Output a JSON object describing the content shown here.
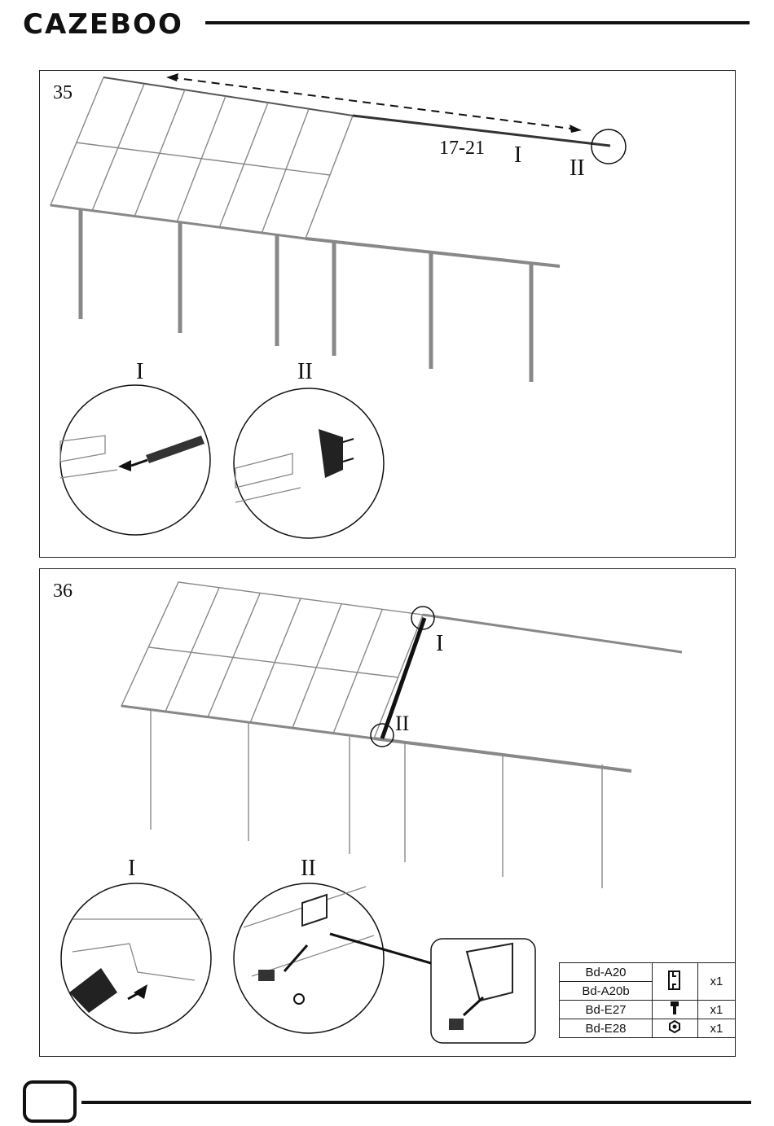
{
  "header": {
    "brand": "CAZEBOO"
  },
  "steps": [
    {
      "number": "35",
      "part_range": "17-21",
      "detail_labels": [
        "I",
        "II"
      ]
    },
    {
      "number": "36",
      "detail_labels": [
        "I",
        "II"
      ]
    }
  ],
  "parts_table": {
    "rows": [
      {
        "codes": [
          "Bd-A20",
          "Bd-A20b"
        ],
        "icon": "bracket-icon",
        "qty": "x1"
      },
      {
        "codes": [
          "Bd-E27"
        ],
        "icon": "bolt-icon",
        "qty": "x1"
      },
      {
        "codes": [
          "Bd-E28"
        ],
        "icon": "nut-icon",
        "qty": "x1"
      }
    ]
  },
  "colors": {
    "ink": "#111111",
    "line": "#777777"
  }
}
